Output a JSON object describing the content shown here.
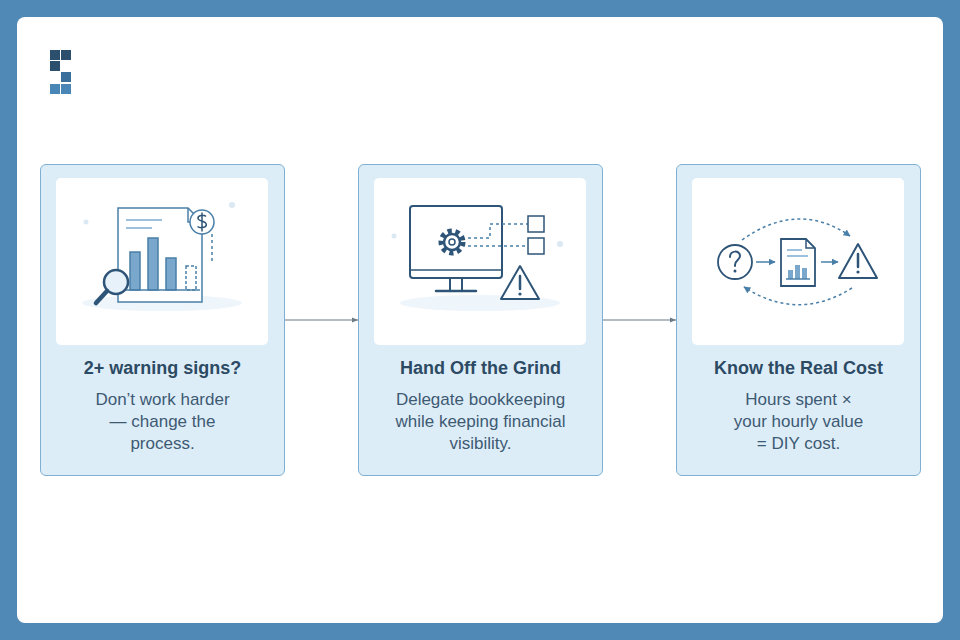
{
  "diagram": {
    "nodes": [
      {
        "text": [
          "2+ warning signs?",
          "Don’t work harder — change the process."
        ]
      },
      {
        "text": [
          "Hand Off the Grind",
          "Delegate bookkeeping while keeping financial visibility."
        ]
      },
      {
        "text": [
          "Know the Real Cost",
          "Hours spent × your hourly value = DIY cost."
        ]
      }
    ],
    "edges": [
      {
        "from": 0,
        "to": 1,
        "arrow": "to"
      },
      {
        "from": 1,
        "to": 2,
        "arrow": "to"
      }
    ]
  }
}
